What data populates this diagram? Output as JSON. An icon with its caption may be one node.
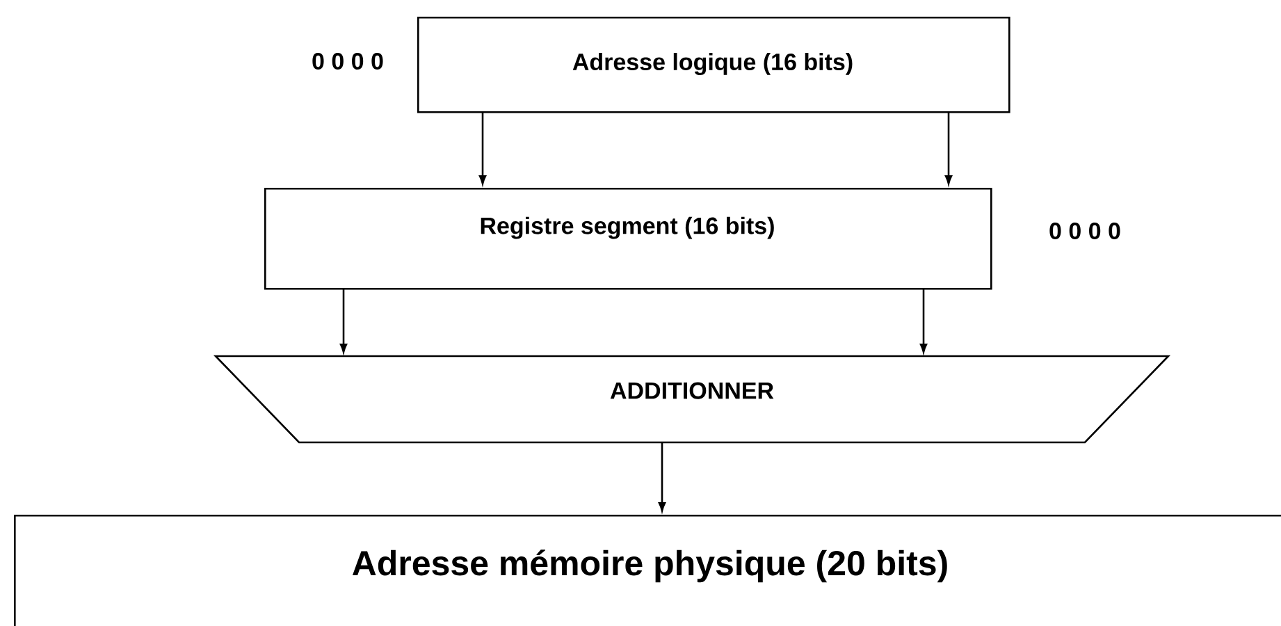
{
  "diagram": {
    "nodes": [
      {
        "text": [
          "Adresse logique (16 bits)"
        ],
        "beside": [
          "0 0 0 0"
        ]
      },
      {
        "text": [
          "Registre segment (16 bits)"
        ],
        "beside": [
          "0 0 0 0"
        ]
      },
      {
        "text": [
          "ADDITIONNER"
        ]
      },
      {
        "text": [
          "Adresse mémoire physique  (20 bits)"
        ]
      }
    ],
    "edges": [
      {
        "from": 0,
        "to": 1,
        "arrow": "to"
      },
      {
        "from": 0,
        "to": 1,
        "arrow": "to"
      },
      {
        "from": 1,
        "to": 2,
        "arrow": "to"
      },
      {
        "from": 1,
        "to": 2,
        "arrow": "to"
      },
      {
        "from": 2,
        "to": 3,
        "arrow": "to"
      }
    ]
  }
}
